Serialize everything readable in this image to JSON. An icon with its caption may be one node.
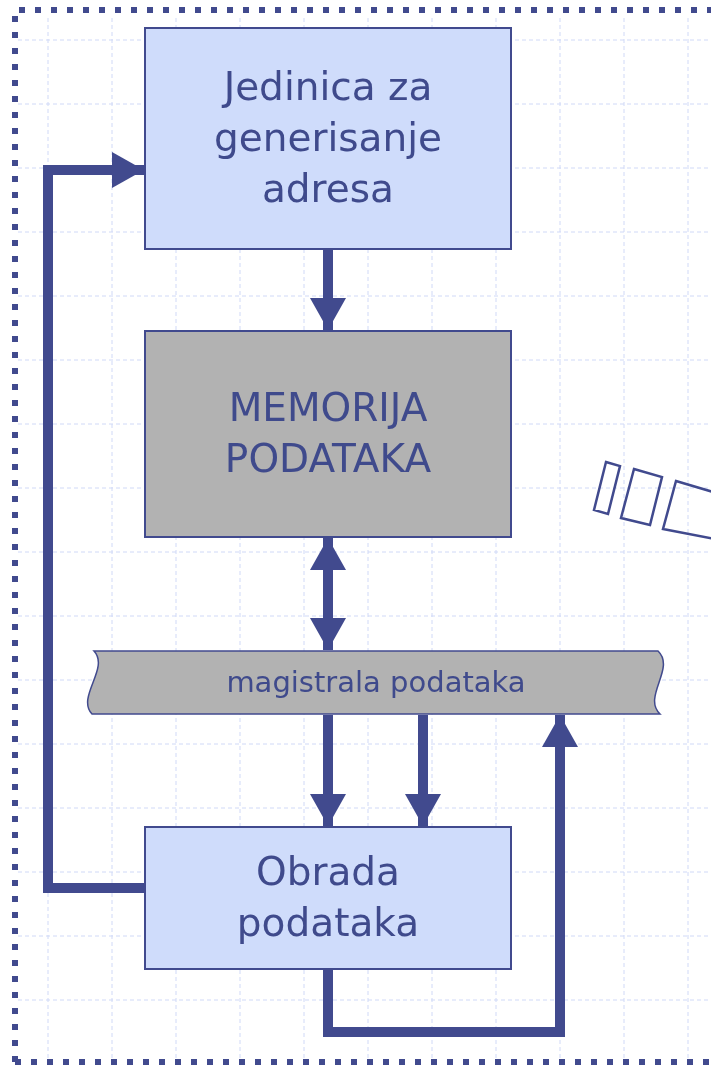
{
  "diagram": {
    "nodes": [
      {
        "text": [
          "Jedinica za generisanje adresa"
        ]
      },
      {
        "text": [
          "MEMORIJA PODATAKA"
        ]
      },
      {
        "text": [
          "magistrala podataka"
        ]
      },
      {
        "text": [
          "Obrada podataka"
        ]
      }
    ],
    "edges": [
      {
        "from": 0,
        "to": 1,
        "arrow": "to"
      },
      {
        "from": 1,
        "to": 2,
        "arrow": "both"
      },
      {
        "from": 2,
        "to": 3,
        "arrow": "to"
      },
      {
        "from": 2,
        "to": 3,
        "arrow": "to"
      },
      {
        "from": 3,
        "to": 0,
        "arrow": "to"
      },
      {
        "from": 3,
        "to": 2,
        "arrow": "to"
      }
    ]
  }
}
